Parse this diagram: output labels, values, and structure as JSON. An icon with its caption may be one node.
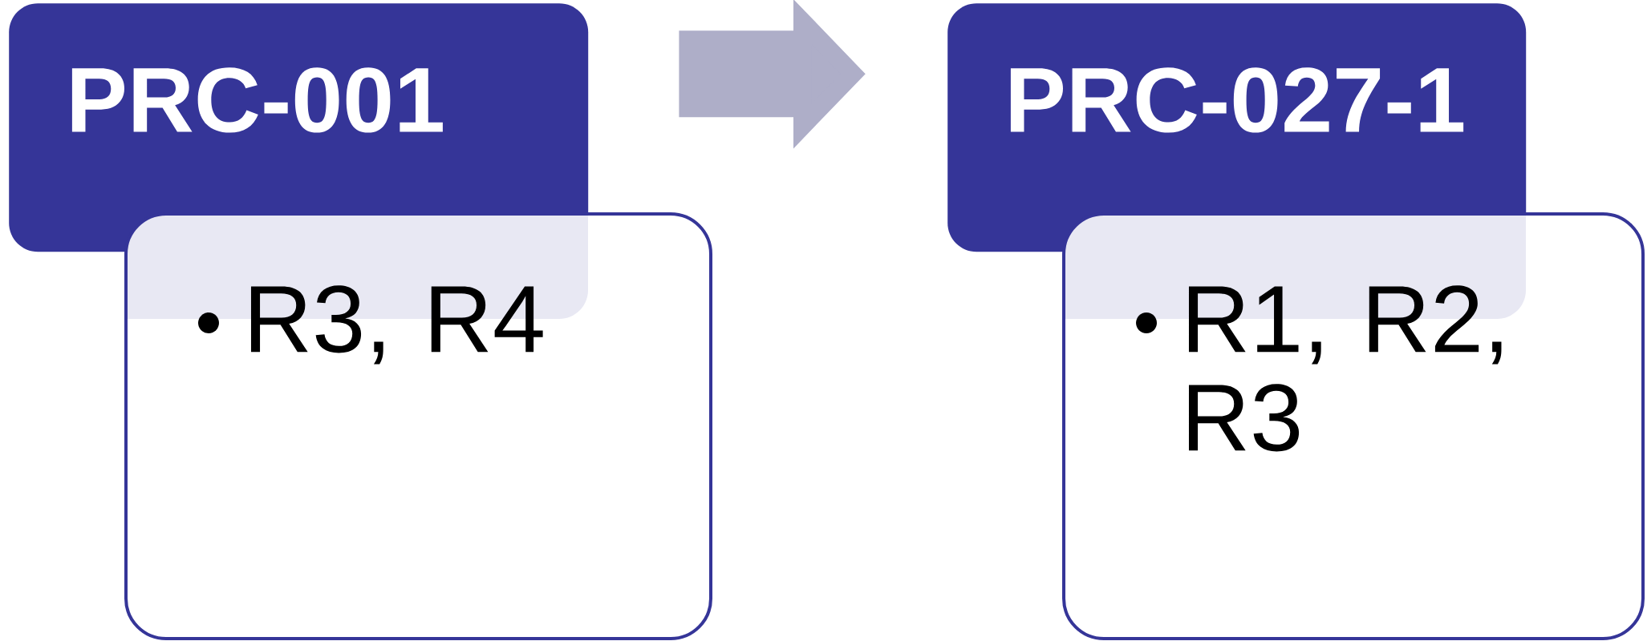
{
  "diagram": {
    "nodes": [
      {
        "text": [
          "PRC-001"
        ]
      },
      {
        "text": [
          "R3, R4"
        ]
      },
      {
        "text": [
          "PRC-027-1"
        ]
      },
      {
        "text": [
          "R1, R2, R3"
        ]
      }
    ],
    "edges": [
      {
        "from": 0,
        "to": 2,
        "arrow": "to"
      }
    ]
  }
}
